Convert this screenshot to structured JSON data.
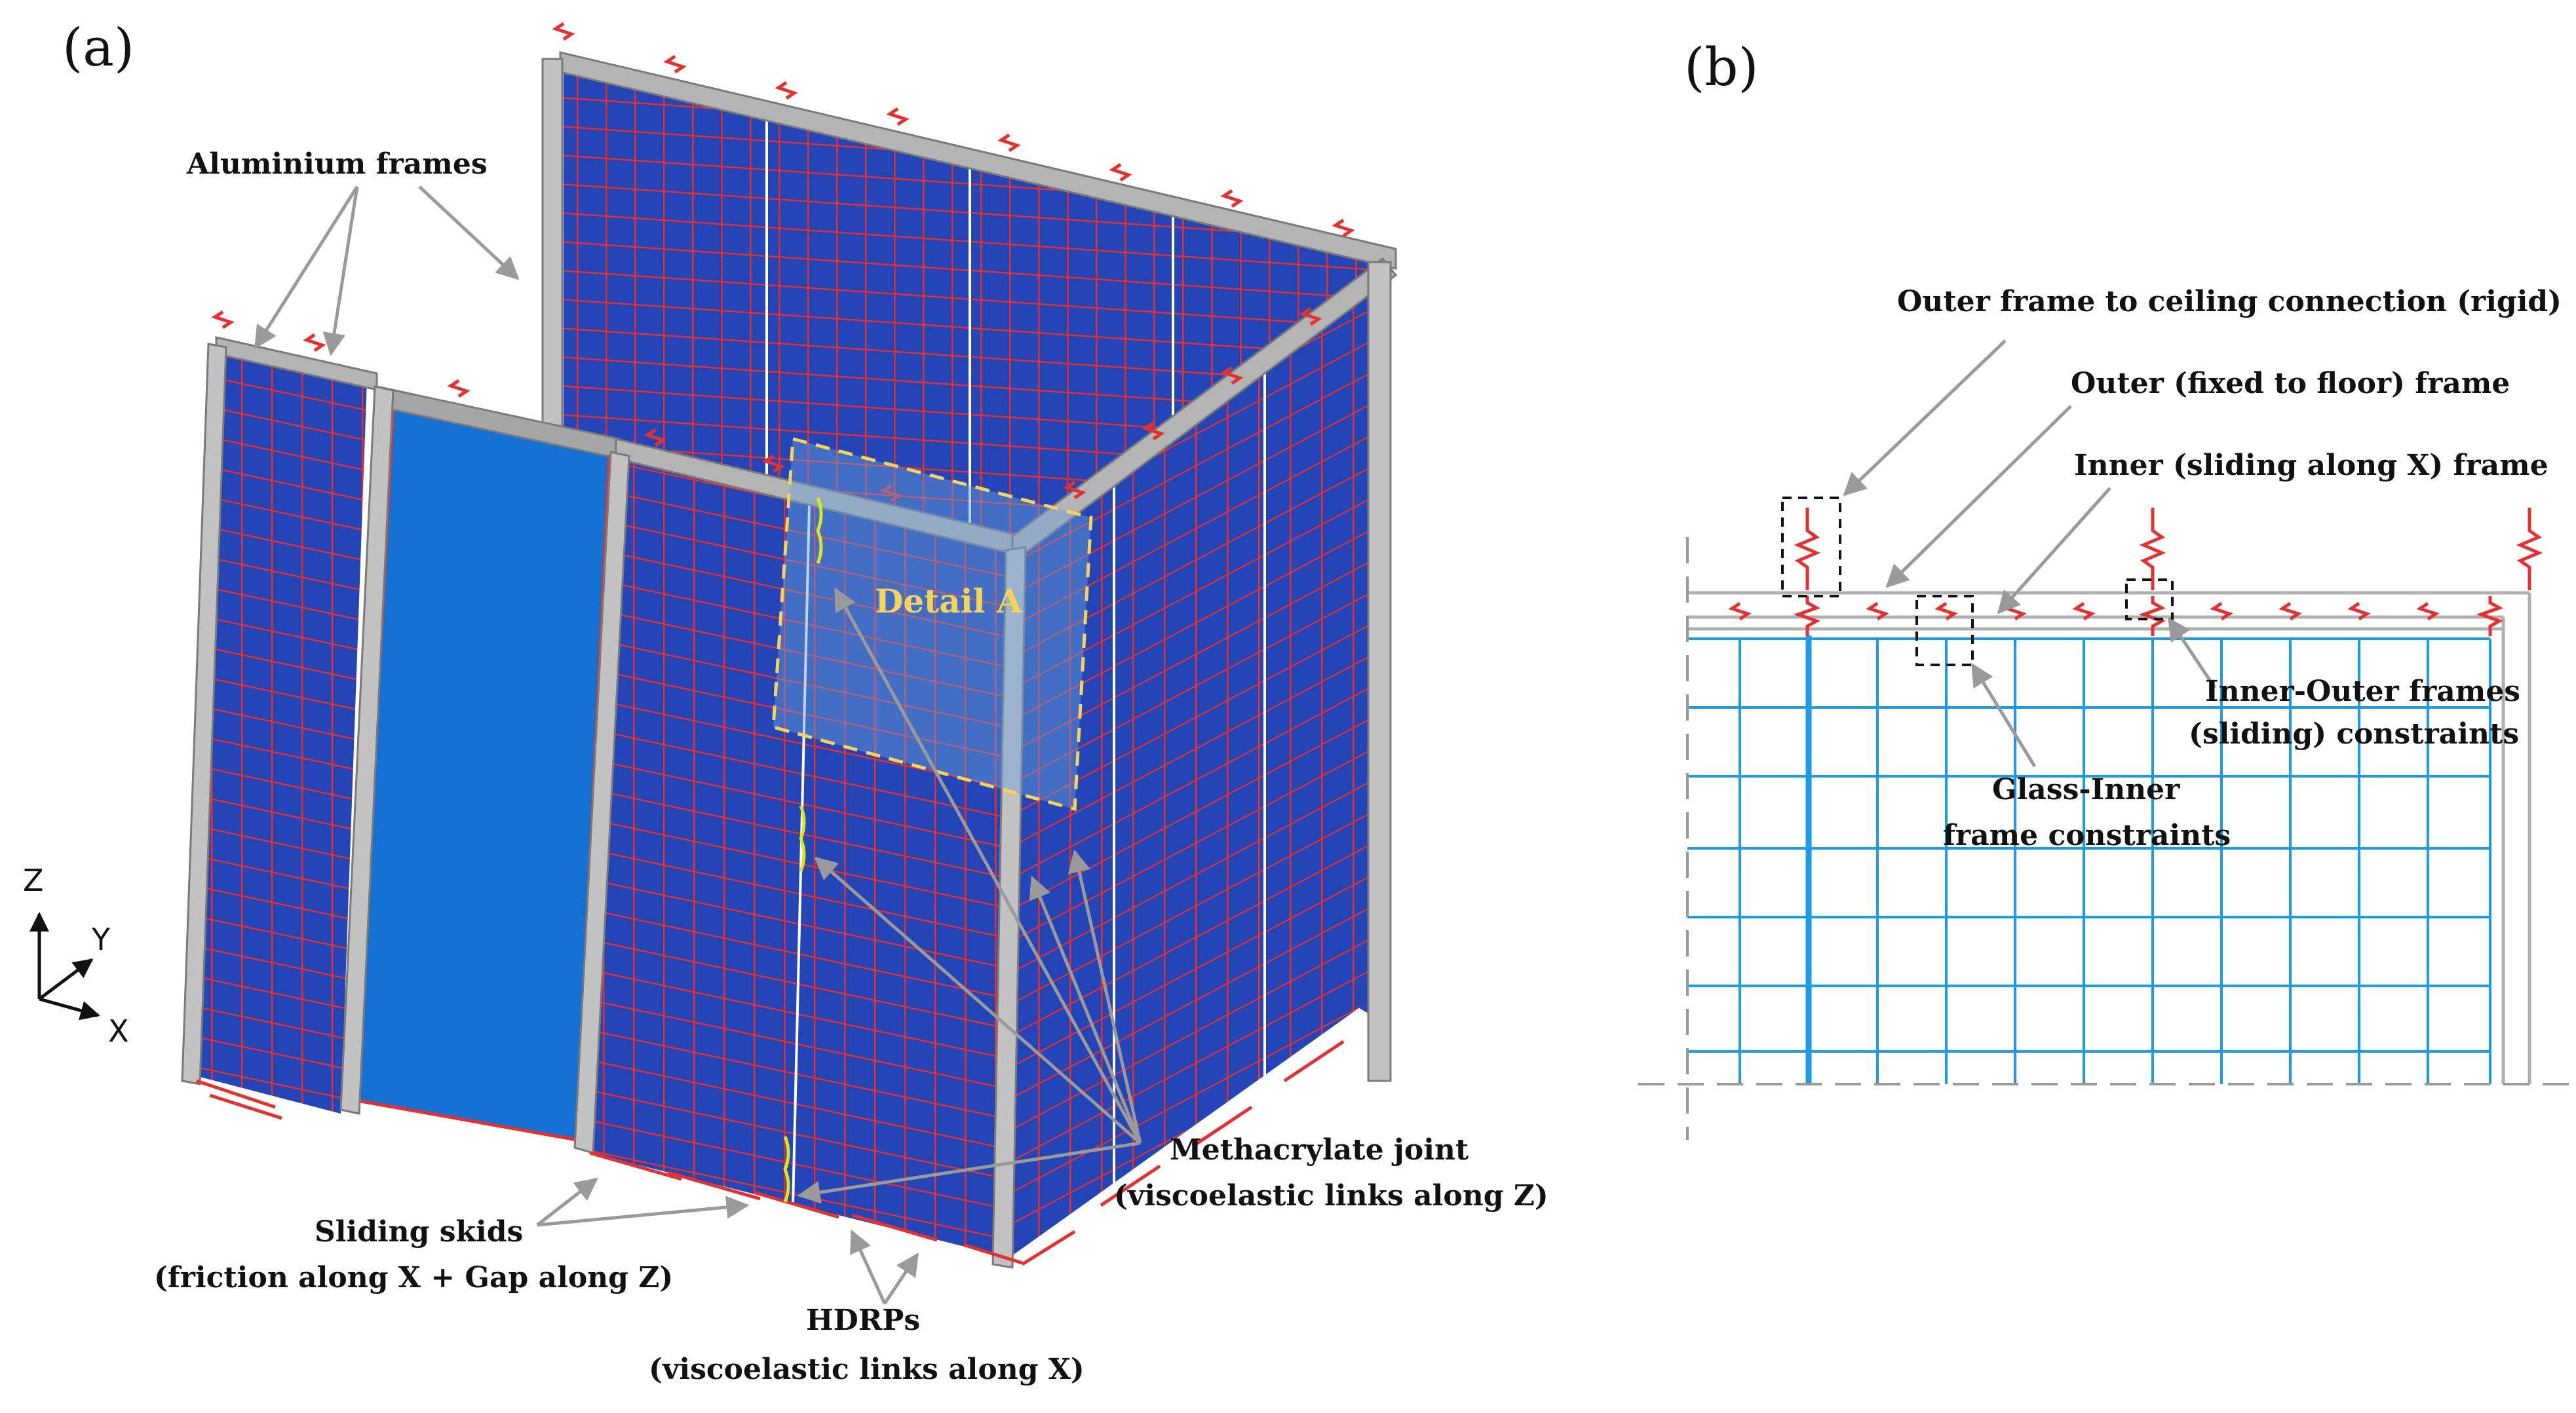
{
  "panels": {
    "a": "(a)",
    "b": "(b)"
  },
  "panel_a": {
    "axes": {
      "z": "Z",
      "y": "Y",
      "x": "X"
    },
    "labels": {
      "aluminium_frames": "Aluminium frames",
      "detail_a": "Detail A",
      "methacrylate_joint_line1": "Methacrylate joint",
      "methacrylate_joint_line2": "(viscoelastic links along Z)",
      "sliding_skids_line1": "Sliding skids",
      "sliding_skids_line2": "(friction along X + Gap along Z)",
      "hdrps_line1": "HDRPs",
      "hdrps_line2": "(viscoelastic links along X)"
    }
  },
  "panel_b": {
    "labels": {
      "outer_ceiling": "Outer frame to ceiling connection (rigid)",
      "outer_floor": "Outer (fixed to floor) frame",
      "inner_sliding": "Inner (sliding along X) frame",
      "inner_outer_line1": "Inner-Outer frames",
      "inner_outer_line2": "(sliding) constraints",
      "glass_inner_line1": "Glass-Inner",
      "glass_inner_line2": "frame constraints"
    }
  },
  "colors": {
    "glass_blue": "#2345b8",
    "door_blue": "#1671d4",
    "mesh_red": "#e53030",
    "frame_grey": "#b4b4b4",
    "grid_blue": "#1e9be6",
    "leader_grey": "#9a9a9a",
    "detail_yellow": "#f7d35a"
  }
}
